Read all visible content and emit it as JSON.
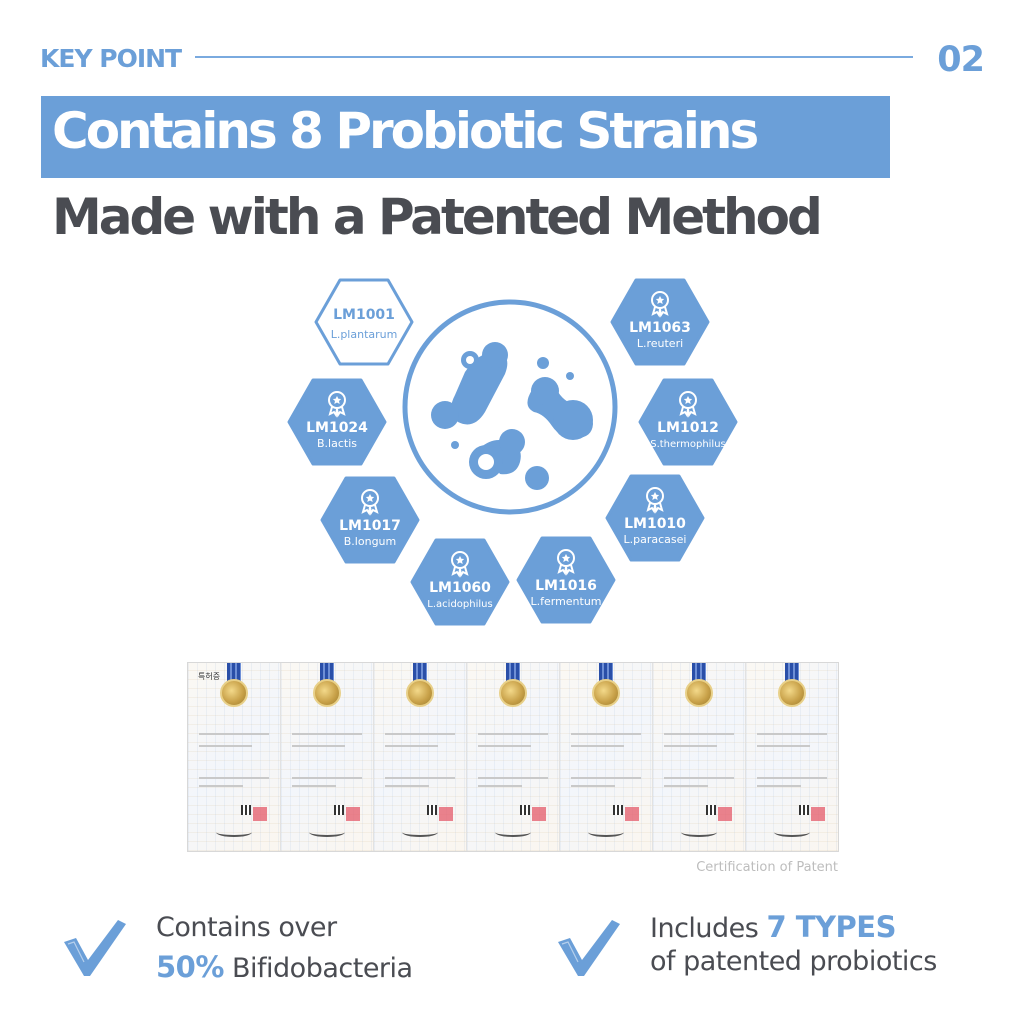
{
  "header": {
    "label": "KEY POINT",
    "number": "02"
  },
  "headline": "Contains 8 Probiotic Strains",
  "subheadline": "Made with a Patented Method",
  "colors": {
    "accent": "#6b9fd8",
    "text": "#4a4c52",
    "caption": "#bdbdbd"
  },
  "strains": [
    {
      "code": "LM1001",
      "name": "L.plantarum",
      "style": "outline",
      "icon": "none"
    },
    {
      "code": "LM1063",
      "name": "L.reuteri",
      "style": "filled",
      "icon": "award-badge-icon"
    },
    {
      "code": "LM1024",
      "name": "B.lactis",
      "style": "filled",
      "icon": "award-badge-icon"
    },
    {
      "code": "LM1012",
      "name": "S.thermophilus",
      "style": "filled",
      "icon": "award-badge-icon"
    },
    {
      "code": "LM1017",
      "name": "B.longum",
      "style": "filled",
      "icon": "award-badge-icon"
    },
    {
      "code": "LM1010",
      "name": "L.paracasei",
      "style": "filled",
      "icon": "award-badge-icon"
    },
    {
      "code": "LM1060",
      "name": "L.acidophilus",
      "style": "filled",
      "icon": "award-badge-icon"
    },
    {
      "code": "LM1016",
      "name": "L.fermentum",
      "style": "filled",
      "icon": "award-badge-icon"
    }
  ],
  "patents": {
    "first_title": "특허증",
    "caption": "Certification of Patent"
  },
  "features": [
    {
      "line1": "Contains over",
      "highlight": "50%",
      "line2": "Bifidobacteria"
    },
    {
      "prefix": "Includes",
      "highlight": "7 TYPES",
      "line2": "of patented probiotics"
    }
  ]
}
